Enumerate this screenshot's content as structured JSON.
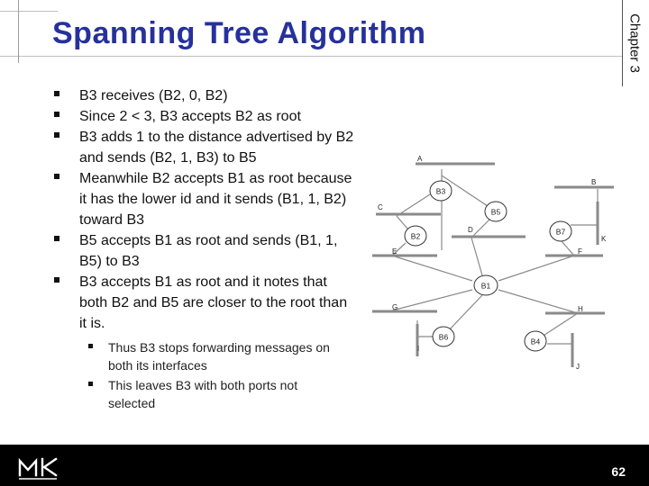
{
  "slide": {
    "title": "Spanning Tree Algorithm",
    "chapter": "Chapter 3",
    "page_number": "62",
    "bullets": [
      "B3 receives (B2, 0, B2)",
      "Since 2 < 3, B3 accepts B2 as root",
      "B3 adds 1 to the distance advertised by B2 and sends (B2, 1, B3) to B5",
      "Meanwhile B2 accepts B1 as root because it has the lower id and it sends (B1, 1, B2) toward B3",
      "B5 accepts B1 as root and sends (B1, 1, B5) to B3",
      "B3 accepts B1 as root and it notes that both B2 and B5 are closer to the root than it is."
    ],
    "sub_bullets": [
      "Thus B3 stops forwarding messages on both its interfaces",
      "This leaves B3 with both ports not selected"
    ]
  },
  "diagram": {
    "bridges": [
      "B3",
      "B5",
      "B2",
      "B7",
      "B1",
      "B6",
      "B4"
    ],
    "lans": [
      "A",
      "B",
      "C",
      "D",
      "E",
      "F",
      "K",
      "G",
      "H",
      "I",
      "J"
    ]
  },
  "colors": {
    "title": "#26319c",
    "footer": "#000000"
  },
  "icons": {
    "bullet": "square-bullet-icon",
    "logo": "mk-publisher-logo"
  }
}
